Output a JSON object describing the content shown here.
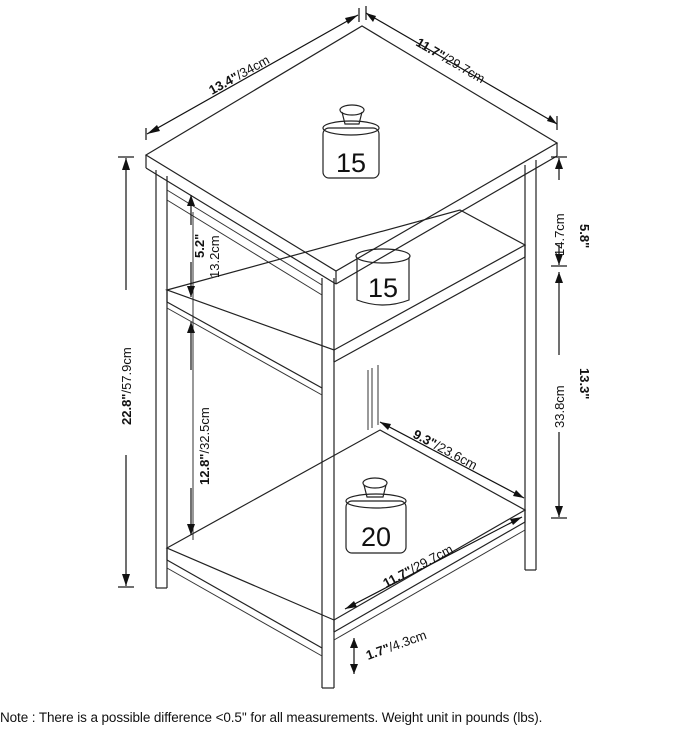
{
  "dimensions": {
    "top_depth": {
      "imperial": "13.4\"",
      "metric": "/34cm"
    },
    "top_width": {
      "imperial": "11.7\"",
      "metric": "/29.7cm"
    },
    "overall_height": {
      "imperial": "22.8\"",
      "metric": "/57.9cm"
    },
    "top_gap": {
      "imperial": "5.2\"",
      "metric": "13.2cm"
    },
    "middle_gap": {
      "imperial": "12.8\"",
      "metric": "/32.5cm"
    },
    "top_thickness": {
      "imperial": "5.8\"",
      "metric": "14.7cm"
    },
    "right_gap": {
      "imperial": "13.3\"",
      "metric": "33.8cm"
    },
    "bottom_depth": {
      "imperial": "9.3\"",
      "metric": "/23.6cm"
    },
    "bottom_width": {
      "imperial": "11.7\"",
      "metric": "/29.7cm"
    },
    "floor_clearance": {
      "imperial": "1.7\"",
      "metric": "/4.3cm"
    }
  },
  "weights": {
    "top": "15",
    "middle": "15",
    "bottom": "20"
  },
  "note": "Note : There is a possible difference <0.5'' for all measurements. Weight unit in pounds (lbs)."
}
